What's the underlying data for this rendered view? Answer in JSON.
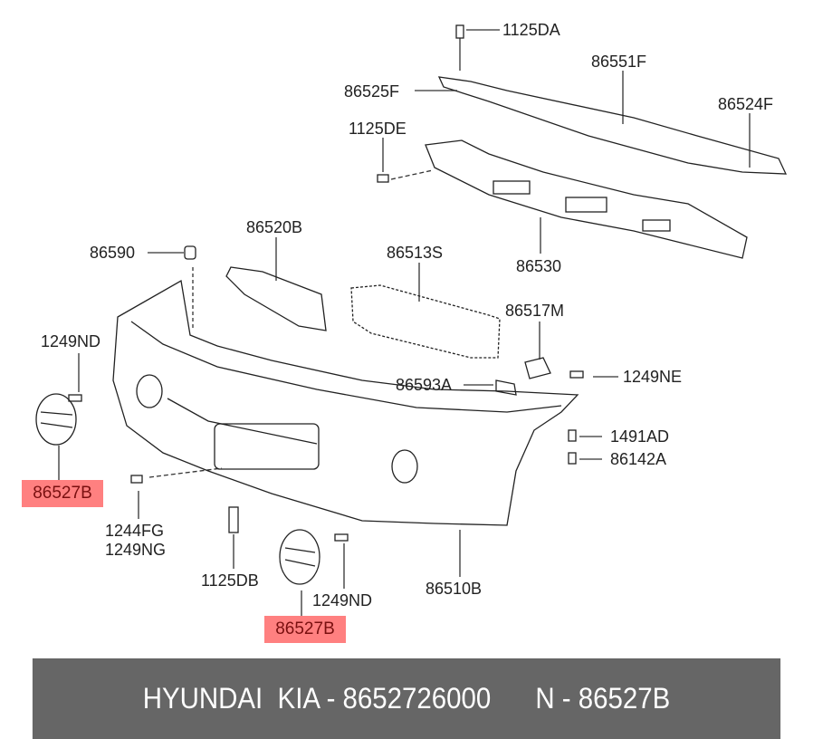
{
  "labels": {
    "p1125DA": "1125DA",
    "p86551F": "86551F",
    "p86525F": "86525F",
    "p86524F": "86524F",
    "p1125DE": "1125DE",
    "p86520B": "86520B",
    "p86513S": "86513S",
    "p86590": "86590",
    "p86530": "86530",
    "p86517M": "86517M",
    "p1249ND_left": "1249ND",
    "p86593A": "86593A",
    "p1249NE": "1249NE",
    "p1491AD": "1491AD",
    "p86142A": "86142A",
    "p86527B_left": "86527B",
    "p1244FG": "1244FG",
    "p1249NG": "1249NG",
    "p1125DB": "1125DB",
    "p1249ND_bottom": "1249ND",
    "p86510B": "86510B",
    "p86527B_bottom": "86527B"
  },
  "footer": {
    "brand": "HYUNDAI  KIA",
    "part_number": "8652726000",
    "ref": "N - 86527B",
    "sep": " - "
  },
  "colors": {
    "highlight": "#ff8080",
    "footer_bg": "#666666"
  }
}
